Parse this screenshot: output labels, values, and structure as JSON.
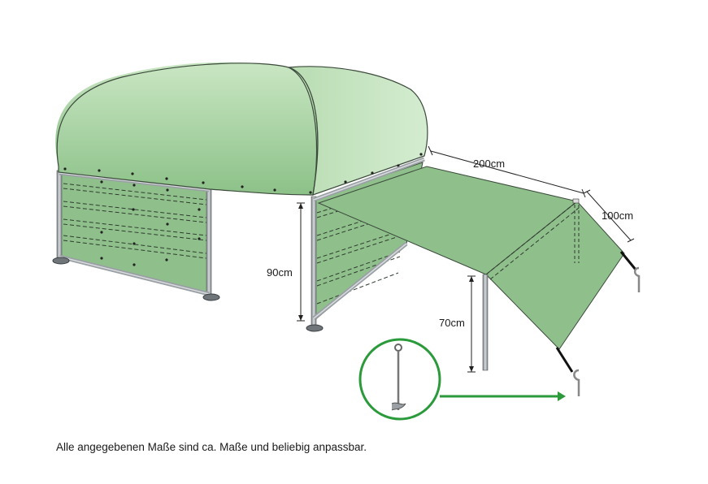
{
  "dimensions": {
    "length": "200cm",
    "width": "100cm",
    "height_panel": "90cm",
    "height_pole": "70cm"
  },
  "caption": "Alle angegebenen Maße sind ca. Maße und beliebig anpassbar.",
  "colors": {
    "cover_green": "#8fc08c",
    "cover_light": "#c6e3c0",
    "outline": "#3b4a3b",
    "frame_gray": "#9aa0a4",
    "arrow_green": "#2a9a3a"
  },
  "icons": [
    "ground-anchor-icon",
    "arrow-right-icon"
  ]
}
